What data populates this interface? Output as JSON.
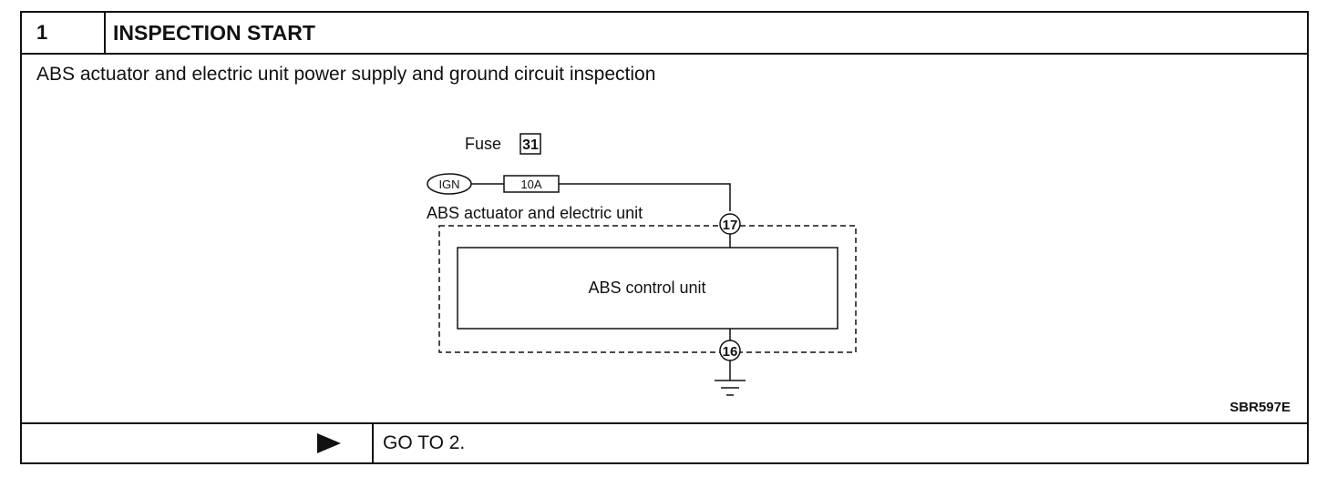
{
  "step": {
    "number": "1",
    "title": "INSPECTION START"
  },
  "description": "ABS actuator and electric unit power supply and ground circuit inspection",
  "diagram": {
    "fuse_label": "Fuse",
    "fuse_number": "31",
    "ign_label": "IGN",
    "fuse_rating": "10A",
    "unit_label": "ABS actuator and electric unit",
    "control_unit_label": "ABS control unit",
    "terminal_power": "17",
    "terminal_ground": "16"
  },
  "figure_code": "SBR597E",
  "footer": {
    "arrow_icon": "right-triangle-icon",
    "next_step": "GO TO 2."
  }
}
